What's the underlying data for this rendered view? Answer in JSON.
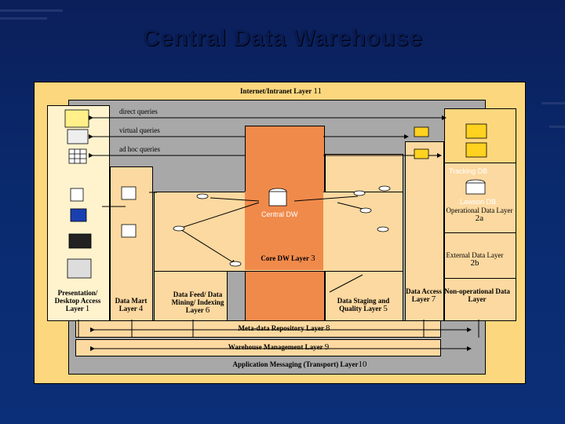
{
  "title": "Central Data Warehouse",
  "labels": {
    "internet": "Internet/Intranet Layer",
    "internet_num": "11",
    "direct": "direct queries",
    "virtual": "virtual queries",
    "adhoc": "ad hoc queries",
    "tracking": "Tracking DB",
    "lawson": "Lawson DB",
    "operational": "Operational Data Layer",
    "operational_num": "2a",
    "central_dw": "Central DW",
    "core_dw": "Core DW Layer",
    "core_num": "3",
    "external": "External Data Layer",
    "external_num": "2b",
    "presentation": "Presentation/ Desktop Access Layer",
    "presentation_num": "1",
    "datamart": "Data Mart Layer",
    "datamart_num": "4",
    "datafeed": "Data Feed/ Data Mining/ Indexing Layer",
    "datafeed_num": "6",
    "staging": "Data Staging and Quality Layer",
    "staging_num": "5",
    "access": "Data Access Layer",
    "access_num": "7",
    "nonop": "Non-operational Data Layer",
    "metadata": "Meta-data Repository Layer",
    "metadata_num": "8",
    "warehouse": "Warehouse Management Layer",
    "warehouse_num": "9",
    "messaging": "Application Messaging (Transport) Layer",
    "messaging_num": "10"
  },
  "colors": {
    "background": "#0b2a6e",
    "panel": "#fdd77e",
    "gray_layer": "#a8a8a8",
    "orange_core": "#f08a4b",
    "cream": "#fff3ce"
  }
}
